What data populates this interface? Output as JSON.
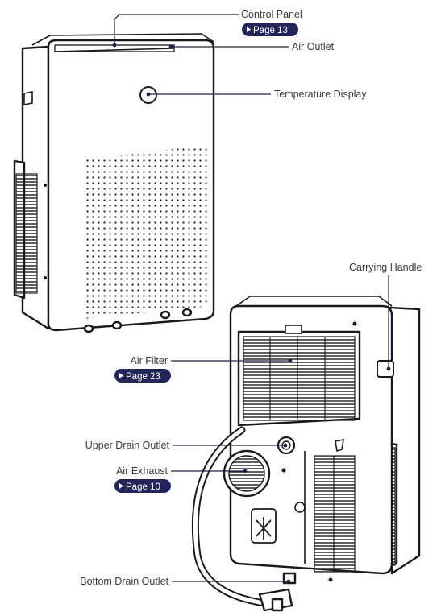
{
  "colors": {
    "accent": "#23255a",
    "leader": "#1f2245",
    "text": "#3a3a3a"
  },
  "labels": {
    "control_panel": "Control Panel",
    "control_panel_page": "Page 13",
    "air_outlet": "Air Outlet",
    "temperature_display": "Temperature Display",
    "carrying_handle": "Carrying Handle",
    "air_filter": "Air Filter",
    "air_filter_page": "Page 23",
    "upper_drain_outlet": "Upper Drain Outlet",
    "air_exhaust": "Air Exhaust",
    "air_exhaust_page": "Page 10",
    "bottom_drain_outlet": "Bottom Drain Outlet"
  },
  "icons": {
    "page_ref": "play-triangle-icon"
  }
}
